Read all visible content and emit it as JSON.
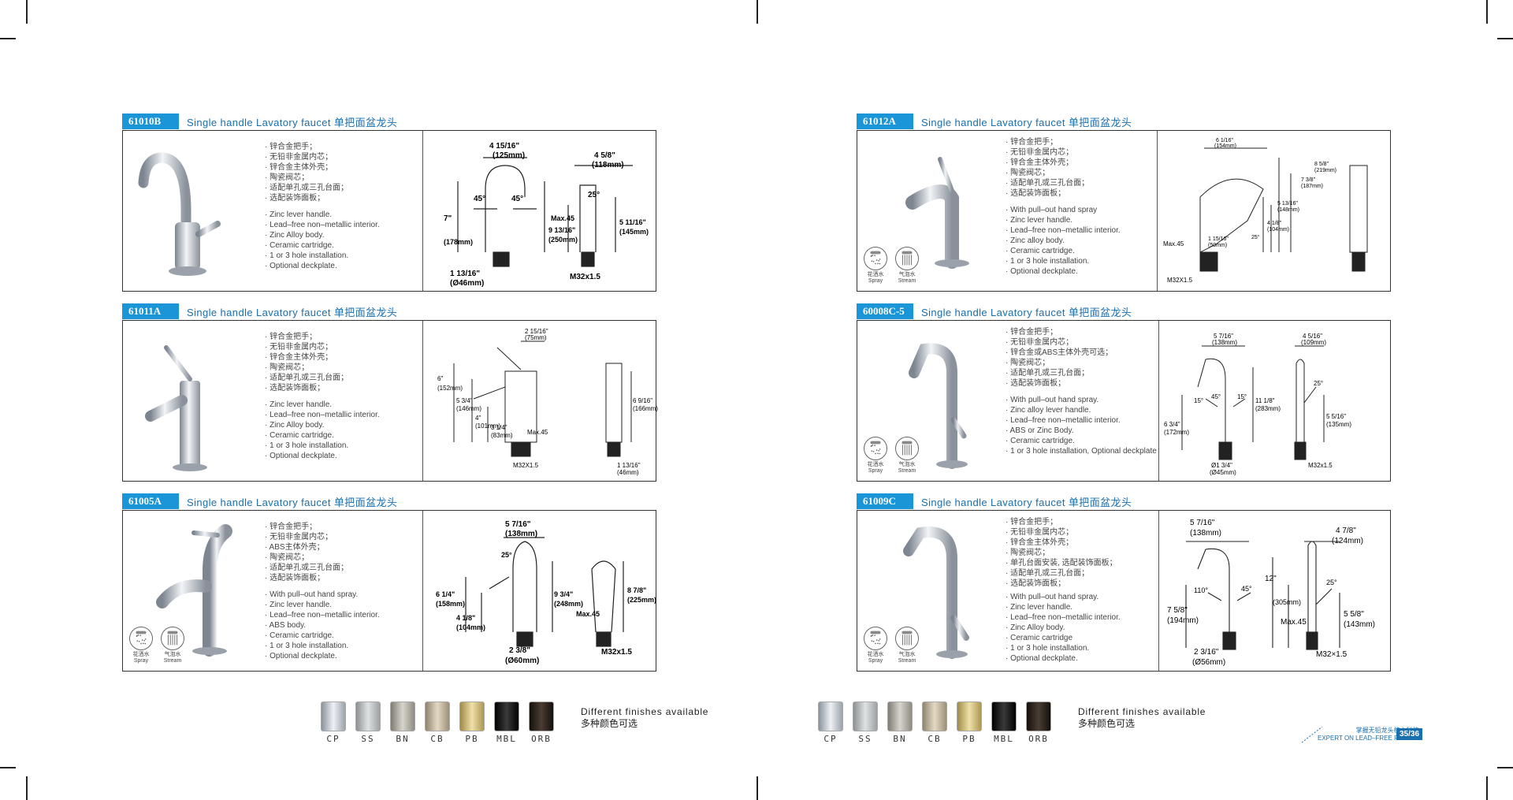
{
  "products_left": [
    {
      "code": "61010B",
      "title": "Single handle Lavatory faucet 单把面盆龙头",
      "specs_cn": [
        "· 锌合金把手；",
        "· 无铅非金属内芯；",
        "· 锌合金主体外壳；",
        "· 陶瓷阀芯；",
        "· 适配单孔或三孔台面；",
        "· 选配装饰面板；"
      ],
      "specs_en": [
        "· Zinc lever handle.",
        "· Lead–free non–metallic interior.",
        "· Zinc Alloy body.",
        "· Ceramic cartridge.",
        "· 1 or 3 hole installation.",
        "· Optional deckplate."
      ],
      "dims": [
        "4 15/16\"",
        "(125mm)",
        "4 5/8\"",
        "(118mm)",
        "45°",
        "45°",
        "25°",
        "7\"",
        "(178mm)",
        "9 13/16\"",
        "(250mm)",
        "Max.45",
        "5 11/16\"",
        "(145mm)",
        "1 13/16\"",
        "(Ø46mm)",
        "M32x1.5"
      ]
    },
    {
      "code": "61011A",
      "title": "Single handle Lavatory faucet 单把面盆龙头",
      "specs_cn": [
        "· 锌合金把手；",
        "· 无铅非金属内芯；",
        "· 锌合金主体外壳；",
        "· 陶瓷阀芯；",
        "· 适配单孔或三孔台面；",
        "· 选配装饰面板；"
      ],
      "specs_en": [
        "· Zinc lever handle.",
        "· Lead–free non–metallic interior.",
        "· Zinc Alloy body.",
        "· Ceramic cartridge.",
        "· 1 or 3 hole installation.",
        "· Optional deckplate."
      ],
      "dims": [
        "2 15/16\"",
        "(75mm)",
        "6\"",
        "(152mm)",
        "5 3/4\"",
        "(146mm)",
        "4\"",
        "(101mm)",
        "3 1/4\"",
        "(83mm)",
        "Max.45",
        "M32X1.5",
        "6 9/16\"",
        "(166mm)",
        "1 13/16\"",
        "(46mm)"
      ]
    },
    {
      "code": "61005A",
      "title": "Single handle Lavatory faucet 单把面盆龙头",
      "specs_cn": [
        "· 锌合金把手；",
        "· 无铅非金属内芯；",
        "· ABS主体外壳；",
        "· 陶瓷阀芯；",
        "· 适配单孔或三孔台面；",
        "· 选配装饰面板；"
      ],
      "specs_en": [
        "· With pull–out hand spray.",
        "· Zinc lever handle.",
        "· Lead–free non–metallic interior.",
        "· ABS body.",
        "· Ceramic cartridge.",
        "· 1 or 3 hole installation.",
        "· Optional deckplate."
      ],
      "modes": [
        {
          "cn": "花洒水",
          "en": "Spray"
        },
        {
          "cn": "气泡水",
          "en": "Stream"
        }
      ],
      "dims": [
        "5 7/16\"",
        "(138mm)",
        "25°",
        "6 1/4\"",
        "(158mm)",
        "4 1/8\"",
        "(104mm)",
        "9 3/4\"",
        "(248mm)",
        "Max.45",
        "8 7/8\"",
        "(225mm)",
        "2 3/8\"",
        "(Ø60mm)",
        "M32x1.5"
      ]
    }
  ],
  "products_right": [
    {
      "code": "61012A",
      "title": "Single handle Lavatory faucet 单把面盆龙头",
      "specs_cn": [
        "· 锌合金把手；",
        "· 无铅非金属内芯；",
        "· 锌合金主体外壳；",
        "· 陶瓷阀芯；",
        "· 适配单孔或三孔台面；",
        "· 选配装饰面板；"
      ],
      "specs_en": [
        "· With pull–out hand spray",
        "· Zinc lever handle.",
        "· Lead–free non–metallic interior.",
        "· Zinc alloy body.",
        "· Ceramic cartridge.",
        "· 1 or 3 hole installation.",
        "· Optional deckplate."
      ],
      "modes": [
        {
          "cn": "花洒水",
          "en": "Spray"
        },
        {
          "cn": "气泡水",
          "en": "Stream"
        }
      ],
      "dims": [
        "6 1/16\"",
        "(154mm)",
        "7 3/8\"",
        "(187mm)",
        "8 5/8\"",
        "(219mm)",
        "5 13/16\"",
        "(148mm)",
        "4 1/8\"",
        "(104mm)",
        "25°",
        "Max.45",
        "1 15/16\"",
        "(50mm)",
        "M32X1.5"
      ]
    },
    {
      "code": "60008C-5",
      "title": "Single handle Lavatory faucet 单把面盆龙头",
      "specs_cn": [
        "· 锌合金把手；",
        "· 无铅非金属内芯；",
        "· 锌合金或ABS主体外壳可选；",
        "· 陶瓷阀芯；",
        "· 适配单孔或三孔台面；",
        "· 选配装饰面板；"
      ],
      "specs_en": [
        "· With pull–out hand spray.",
        "· Zinc alloy lever handle.",
        "· Lead–free non–metallic interior.",
        "· ABS or Zinc Body.",
        "· Ceramic cartridge.",
        "· 1 or 3 hole installation, Optional deckplate"
      ],
      "modes": [
        {
          "cn": "花洒水",
          "en": "Spray"
        },
        {
          "cn": "气泡水",
          "en": "Stream"
        }
      ],
      "dims": [
        "5 7/16\"",
        "(138mm)",
        "4 5/16\"",
        "(109mm)",
        "15°",
        "45°",
        "15°",
        "25°",
        "11 1/8\"",
        "(283mm)",
        "6 3/4\"",
        "(172mm)",
        "5 5/16\"",
        "(135mm)",
        "Ø1 3/4\"",
        "(Ø45mm)",
        "M32x1.5"
      ]
    },
    {
      "code": "61009C",
      "title": "Single handle Lavatory faucet 单把面盆龙头",
      "specs_cn": [
        "· 锌合金把手；",
        "· 无铅非金属内芯；",
        "· 锌合金主体外壳；",
        "· 陶瓷阀芯；",
        "· 单孔台面安装, 选配装饰面板；",
        "· 适配单孔或三孔台面；",
        "· 选配装饰面板；"
      ],
      "specs_en": [
        "· With pull–out hand spray.",
        "· Zinc lever handle.",
        "· Lead–free non–metallic interior.",
        "· Zinc Alloy body.",
        "· Ceramic cartridge",
        "· 1 or 3 hole installation.",
        "· Optional deckplate."
      ],
      "modes": [
        {
          "cn": "花洒水",
          "en": "Spray"
        },
        {
          "cn": "气泡水",
          "en": "Stream"
        }
      ],
      "dims": [
        "5 7/16\"",
        "(138mm)",
        "4 7/8\"",
        "(124mm)",
        "12\"",
        "(305mm)",
        "25°",
        "110°",
        "45°",
        "7 5/8\"",
        "(194mm)",
        "Max.45",
        "5 5/8\"",
        "(143mm)",
        "2 3/16\"",
        "(Ø56mm)",
        "M32×1.5"
      ]
    }
  ],
  "finishes": {
    "labels": [
      "CP",
      "SS",
      "BN",
      "CB",
      "PB",
      "MBL",
      "ORB"
    ],
    "colors": [
      "#d9dde2",
      "#c7cacc",
      "#b8b6ae",
      "#c7b9a0",
      "#d8c48a",
      "#1a1a1a",
      "#2a221d"
    ],
    "note_en": "Different finishes available",
    "note_cn": "多种颜色可选"
  },
  "footer": {
    "brand_cn": "掌握无铅龙头核心科技",
    "brand_en": "EXPERT ON LEAD–FREE FAUCET",
    "page": "35/36"
  }
}
